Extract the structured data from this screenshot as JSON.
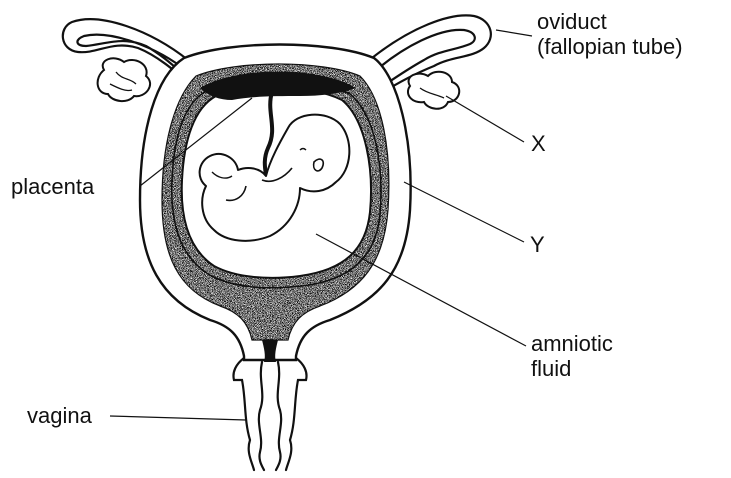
{
  "labels": {
    "oviduct": [
      "oviduct",
      "(fallopian tube)"
    ],
    "x": "X",
    "placenta": "placenta",
    "y": "Y",
    "amniotic": [
      "amniotic",
      "fluid"
    ],
    "vagina": "vagina"
  },
  "colors": {
    "ink": "#111111",
    "stipple": "#1a1a1a",
    "paper": "#ffffff"
  }
}
